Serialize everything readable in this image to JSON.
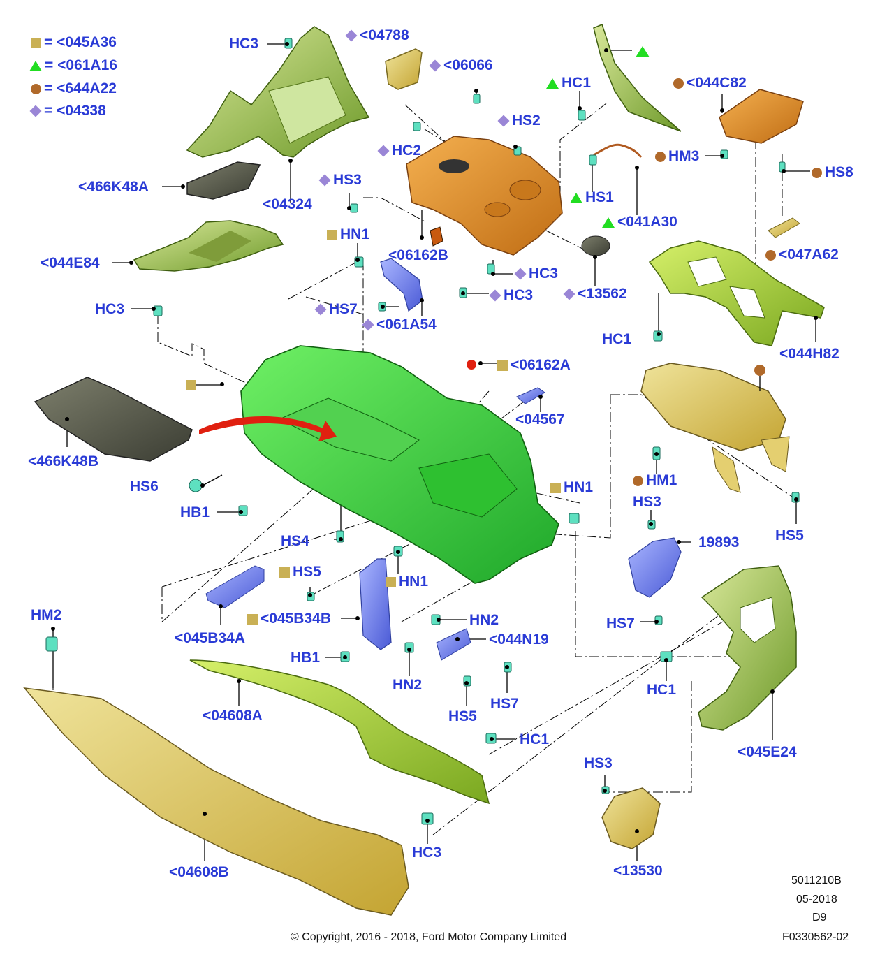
{
  "legend": [
    {
      "marker": "square",
      "color": "#c9b055",
      "text": "= <045A36"
    },
    {
      "marker": "triangle",
      "color": "#22dd22",
      "text": "= <061A16"
    },
    {
      "marker": "circle",
      "color": "#b0692a",
      "text": "= <644A22"
    },
    {
      "marker": "diamond",
      "color": "#9a86d6",
      "text": "= <04338"
    }
  ],
  "colors": {
    "label_text": "#2a3bd6",
    "square_marker": "#c9b055",
    "triangle_marker": "#22dd22",
    "circle_marker": "#b0692a",
    "diamond_marker": "#9a86d6",
    "main_frame_green": "#3fd63a",
    "bracket_orange": "#e0902a",
    "trim_yellow": "#d8c040",
    "trim_olive": "#8fb03a",
    "clip_cyan": "#5ee0c0",
    "bracket_blue": "#7a8ae0",
    "arrow_red": "#e02010"
  },
  "labels": {
    "hc3_top": "HC3",
    "p04788": "<04788",
    "p06066": "<06066",
    "hc1_top": "HC1",
    "p044c82": "<044C82",
    "hs2": "HS2",
    "hc2": "HC2",
    "hs3_mid": "HS3",
    "p466k48a": "<466K48A",
    "p04324": "<04324",
    "hm3": "HM3",
    "hs8": "HS8",
    "hs1": "HS1",
    "p041a30": "<041A30",
    "hn1_top": "HN1",
    "p06162b": "<06162B",
    "p047a62": "<047A62",
    "p044e84": "<044E84",
    "hc3_a": "HC3",
    "hc3_b": "HC3",
    "p13562": "<13562",
    "hc3_left": "HC3",
    "hs7_mid": "HS7",
    "p061a54": "<061A54",
    "hc1_right": "HC1",
    "p044h82": "<044H82",
    "p06162a": "<06162A",
    "p04567": "<04567",
    "p466k48b": "<466K48B",
    "hs6": "HS6",
    "hb1_a": "HB1",
    "hm1": "HM1",
    "hn1_right": "HN1",
    "hs3_right": "HS3",
    "hs5_right": "HS5",
    "hs4": "HS4",
    "p19893": "19893",
    "hs5_mid": "HS5",
    "hn1_low": "HN1",
    "p045b34b": "<045B34B",
    "hn2_a": "HN2",
    "hs7_right": "HS7",
    "p044n19": "<044N19",
    "p045b34a": "<045B34A",
    "hm2": "HM2",
    "hb1_b": "HB1",
    "hn2_b": "HN2",
    "hs5_low": "HS5",
    "hs7_low": "HS7",
    "hc1_low": "HC1",
    "p04608a": "<04608A",
    "p045e24": "<045E24",
    "hc1_bottom": "HC1",
    "hs3_bottom": "HS3",
    "hc3_bottom": "HC3",
    "p04608b": "<04608B",
    "p13530": "<13530"
  },
  "footer": {
    "code1": "5011210B",
    "date": "05-2018",
    "rev": "D9",
    "figure": "F0330562-02",
    "copyright": "© Copyright, 2016 - 2018, Ford Motor Company Limited"
  }
}
